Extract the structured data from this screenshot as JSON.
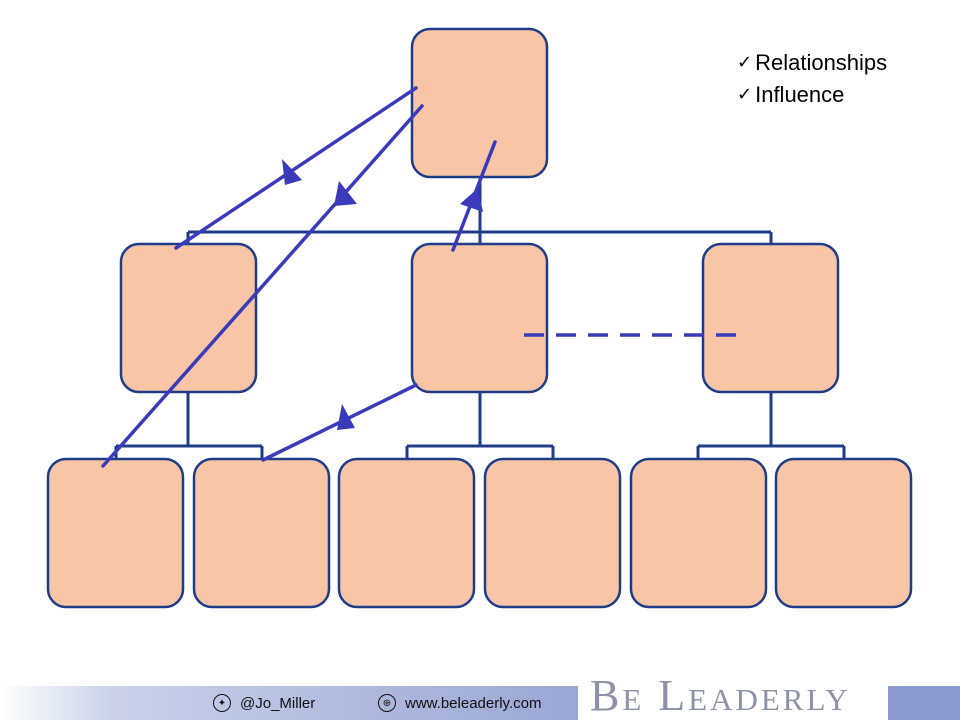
{
  "checklist": {
    "items": [
      {
        "label": "Relationships"
      },
      {
        "label": "Influence"
      }
    ]
  },
  "footer": {
    "twitter_handle": "@Jo_Miller",
    "website": "www.beleaderly.com",
    "brand": "Be Leaderly"
  },
  "colors": {
    "box_fill": "#f8c6a6",
    "box_stroke": "#1f3c88",
    "connector": "#1f3c88",
    "arrow": "#3a3aba"
  }
}
